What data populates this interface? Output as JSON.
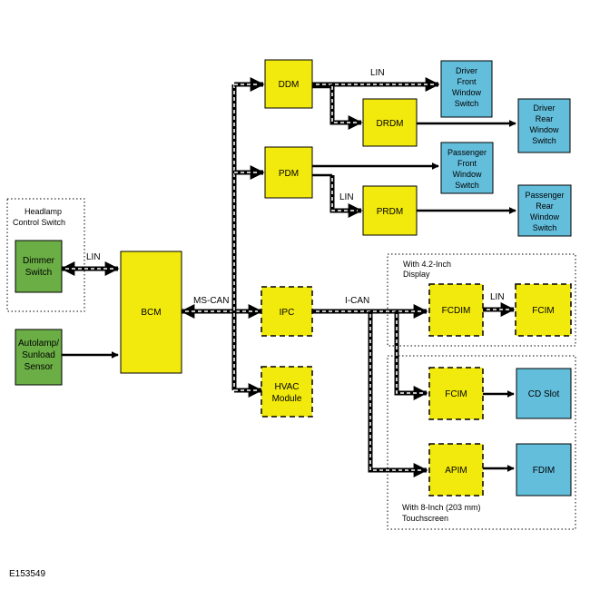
{
  "figure_id": "E153549",
  "colors": {
    "module_yellow": "#f2ea0c",
    "switch_green": "#6aae45",
    "output_blue": "#63bedc",
    "outline": "#000000"
  },
  "group_labels": {
    "headlamp_switch": [
      "Headlamp",
      "Control Switch"
    ],
    "display_42": [
      "With 4.2-Inch",
      "Display"
    ],
    "display_8": [
      "With 8-Inch (203 mm)",
      "Touchscreen"
    ]
  },
  "nodes": {
    "dimmer_switch": [
      "Dimmer",
      "Switch"
    ],
    "autolamp_sensor": [
      "Autolamp/",
      "Sunload",
      "Sensor"
    ],
    "bcm": [
      "BCM"
    ],
    "ddm": [
      "DDM"
    ],
    "drdm": [
      "DRDM"
    ],
    "pdm": [
      "PDM"
    ],
    "prdm": [
      "PRDM"
    ],
    "ipc": [
      "IPC"
    ],
    "hvac_module": [
      "HVAC",
      "Module"
    ],
    "fcdim": [
      "FCDIM"
    ],
    "fcim_top": [
      "FCIM"
    ],
    "fcim": [
      "FCIM"
    ],
    "apim": [
      "APIM"
    ],
    "driver_front_window_switch": [
      "Driver",
      "Front",
      "Window",
      "Switch"
    ],
    "driver_rear_window_switch": [
      "Driver",
      "Rear",
      "Window",
      "Switch"
    ],
    "passenger_front_window_switch": [
      "Passenger",
      "Front",
      "Window",
      "Switch"
    ],
    "passenger_rear_window_switch": [
      "Passenger",
      "Rear",
      "Window",
      "Switch"
    ],
    "cd_slot": [
      "CD Slot"
    ],
    "fdim": [
      "FDIM"
    ]
  },
  "bus_labels": {
    "lin_dimmer": "LIN",
    "ms_can": "MS-CAN",
    "lin_ddm": "LIN",
    "lin_pdm": "LIN",
    "i_can": "I-CAN",
    "lin_fcdim": "LIN"
  }
}
